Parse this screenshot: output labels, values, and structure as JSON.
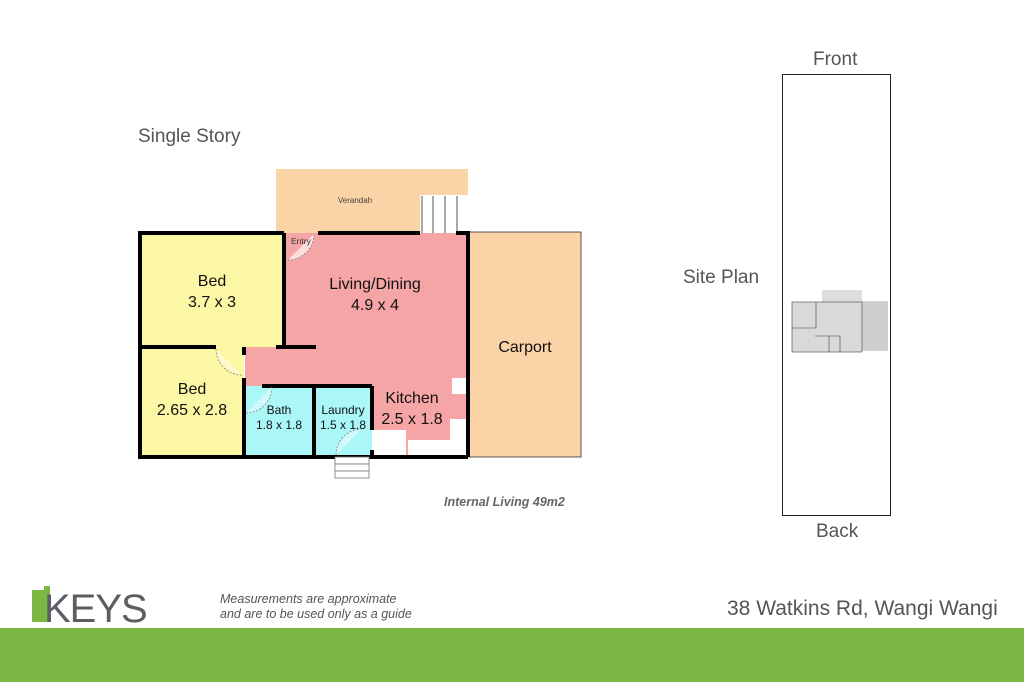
{
  "header": {
    "story_label": "Single Story"
  },
  "floor_plan": {
    "rooms": [
      {
        "name": "Verandah",
        "dims": ""
      },
      {
        "name": "Entry",
        "dims": ""
      },
      {
        "name": "Bed",
        "dims": "3.7 x 3"
      },
      {
        "name": "Living/Dining",
        "dims": "4.9 x 4"
      },
      {
        "name": "Carport",
        "dims": ""
      },
      {
        "name": "Bed",
        "dims": "2.65 x 2.8"
      },
      {
        "name": "Bath",
        "dims": "1.8 x 1.8"
      },
      {
        "name": "Laundry",
        "dims": "1.5 x 1.8"
      },
      {
        "name": "Kitchen",
        "dims": "2.5 x 1.8"
      }
    ],
    "internal_living": "Internal Living 49m2",
    "colors": {
      "bedroom": "#fbf7a4",
      "living": "#f6a5a6",
      "wet": "#abf6f7",
      "outdoor": "#fad3a6",
      "wall": "#000000"
    }
  },
  "site_plan": {
    "label": "Site Plan",
    "front": "Front",
    "back": "Back"
  },
  "footer": {
    "brand": "KEYS",
    "disclaimer_line1": "Measurements are approximate",
    "disclaimer_line2": "and are to be used only as a guide",
    "address": "38 Watkins Rd, Wangi Wangi",
    "brand_green": "#7ab843",
    "brand_gray": "#5b5f63"
  }
}
